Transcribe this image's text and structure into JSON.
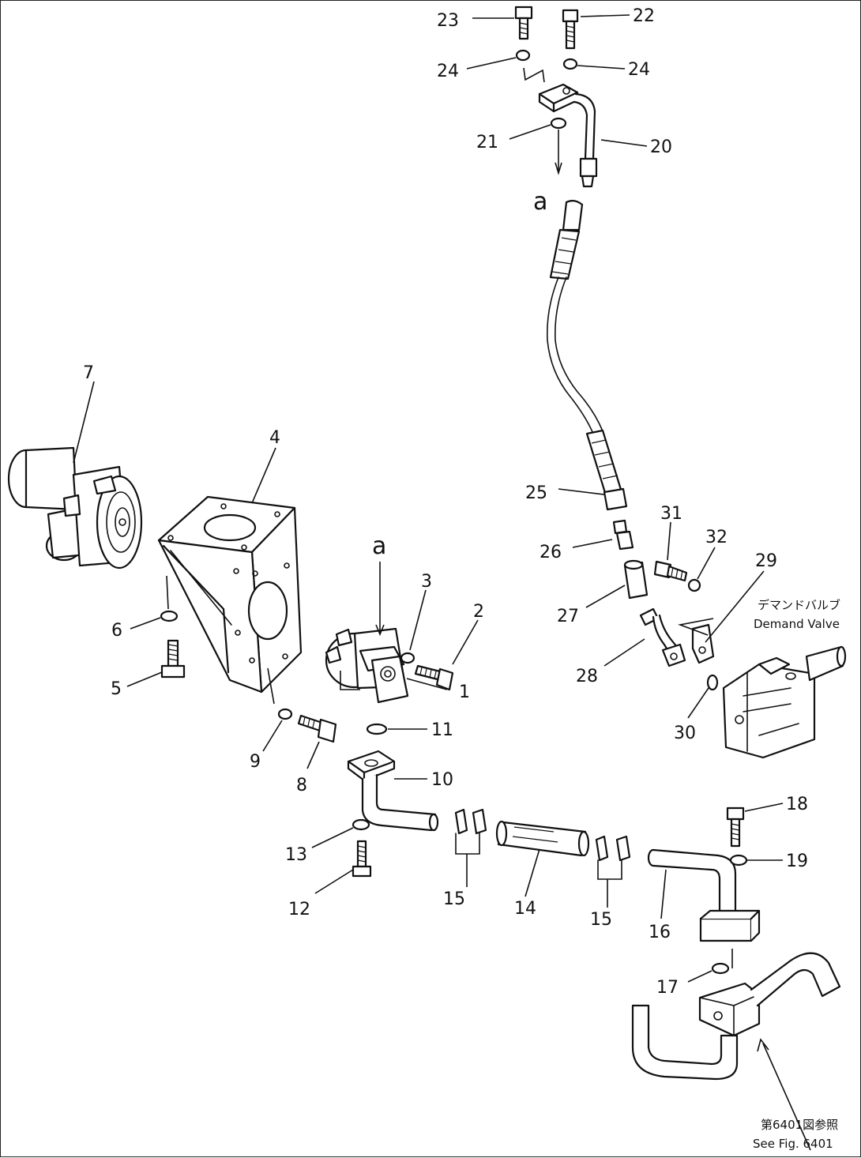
{
  "labels": {
    "p1": "1",
    "p2": "2",
    "p3": "3",
    "p4": "4",
    "p5": "5",
    "p6": "6",
    "p7": "7",
    "p8": "8",
    "p9": "9",
    "p10": "10",
    "p11": "11",
    "p12": "12",
    "p13": "13",
    "p14": "14",
    "p15a": "15",
    "p15b": "15",
    "p16": "16",
    "p17": "17",
    "p18": "18",
    "p19": "19",
    "p20": "20",
    "p21": "21",
    "p22": "22",
    "p23": "23",
    "p24a": "24",
    "p24b": "24",
    "p25": "25",
    "p26": "26",
    "p27": "27",
    "p28": "28",
    "p29": "29",
    "p30": "30",
    "p31": "31",
    "p32": "32",
    "a_top": "a",
    "a_mid": "a"
  },
  "notes": {
    "demand_valve_jp": "デマンドバルブ",
    "demand_valve_en": "Demand Valve",
    "see_fig_jp": "第6401図参照",
    "see_fig_en": "See Fig. 6401"
  }
}
